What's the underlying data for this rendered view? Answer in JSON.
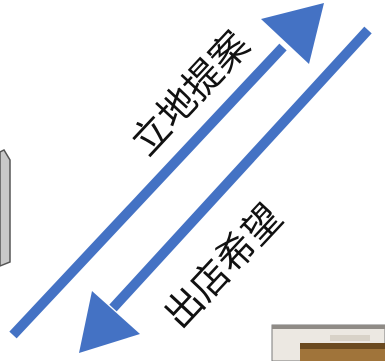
{
  "diagram": {
    "arrow_color": "#4472C4",
    "upper_arrow": {
      "label": "立地提案",
      "direction": "up-right"
    },
    "lower_arrow": {
      "label": "出店希望",
      "direction": "down-left"
    },
    "left_object": {
      "description_icon": "building-edge"
    },
    "bottom_right_object": {
      "description_icon": "storefront-photo"
    }
  }
}
